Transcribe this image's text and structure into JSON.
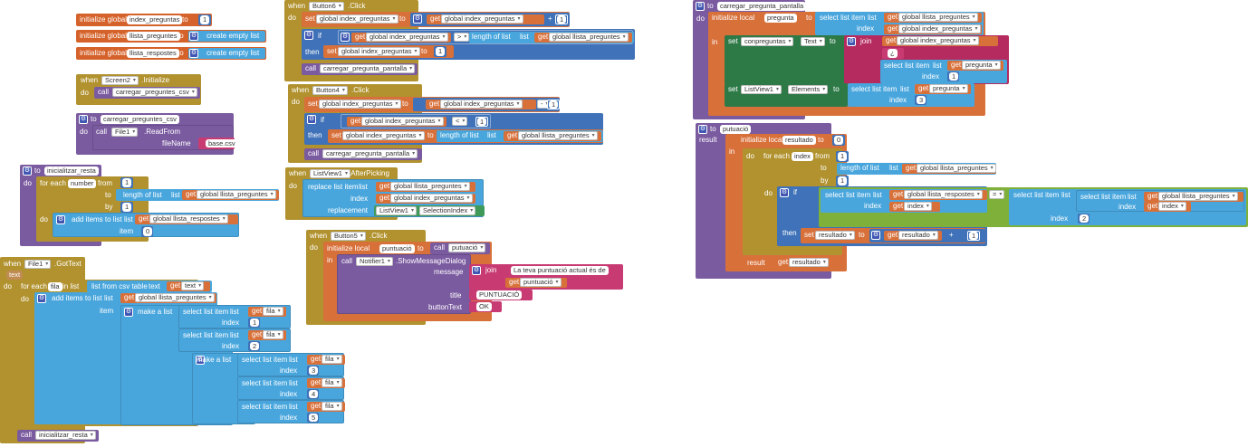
{
  "globals": {
    "index_preguntas": {
      "keyword": "initialize global",
      "name": "index_preguntas",
      "to": "to",
      "value": "1"
    },
    "llista_preguntes": {
      "keyword": "initialize global",
      "name": "llista_preguntes",
      "to": "to",
      "value": "create empty list"
    },
    "llista_respostes": {
      "keyword": "initialize global",
      "name": "llista_respostes",
      "to": "to",
      "value": "create empty list"
    }
  },
  "screen_init": {
    "when": "when",
    "component": "Screen2",
    "event": ".Initialize",
    "do": "do",
    "call": "call",
    "proc": "carregar_preguntes_csv"
  },
  "proc_carregar": {
    "to": "to",
    "name": "carregar_preguntes_csv",
    "do": "do",
    "call": "call",
    "component": "File1",
    "method": ".ReadFrom",
    "param": "fileName",
    "value": "base.csv"
  },
  "proc_inicialitzar": {
    "to": "to",
    "name": "inicialitzar_resta",
    "do": "do",
    "foreach": "for each",
    "var": "number",
    "from": "from",
    "to_kw": "to",
    "by": "by",
    "from_val": "1",
    "length_of_list": "length of list",
    "list": "list",
    "get": "get",
    "global_llista_preguntes": "global llista_preguntes",
    "by_val": "1",
    "add_items": "add items to list",
    "global_llista_respostes": "global llista_respostes",
    "item": "item",
    "item_val": "0"
  },
  "file_gottext": {
    "when": "when",
    "component": "File1",
    "event": ".GotText",
    "param": "text",
    "do": "do",
    "foreach": "for each",
    "var": "fila",
    "in_list": "in list",
    "list_from_csv": "list from csv table",
    "text_kw": "text",
    "get": "get",
    "get_text": "text",
    "add_items": "add items to list",
    "list": "list",
    "global_llista_preguntes": "global llista_preguntes",
    "item": "item",
    "make_a_list": "make a list",
    "select_list_item": "select list item",
    "index": "index",
    "fila": "fila",
    "idx1": "1",
    "idx2": "2",
    "idx3": "3",
    "idx4": "4",
    "idx5": "5",
    "call": "call",
    "proc": "inicialitzar_resta"
  },
  "button6": {
    "when": "when",
    "component": "Button6",
    "event": ".Click",
    "do": "do",
    "set": "set",
    "var": "global index_preguntas",
    "to": "to",
    "get": "get",
    "plus": "+",
    "one": "1",
    "if": "if",
    "gt": ">",
    "length_of_list": "length of list",
    "list": "list",
    "global_llista_preguntes": "global llista_preguntes",
    "then": "then",
    "call": "call",
    "proc": "carregar_pregunta_pantalla"
  },
  "button4": {
    "when": "when",
    "component": "Button4",
    "event": ".Click",
    "do": "do",
    "set": "set",
    "var": "global index_preguntas",
    "to": "to",
    "get": "get",
    "minus": "-",
    "one": "1",
    "if": "if",
    "lt": "<",
    "then": "then",
    "length_of_list": "length of list",
    "list": "list",
    "global_llista_preguntes": "global llista_preguntes",
    "call": "call",
    "proc": "carregar_pregunta_pantalla"
  },
  "listview1": {
    "when": "when",
    "component": "ListView1",
    "event": ".AfterPicking",
    "do": "do",
    "replace": "replace list item",
    "list": "list",
    "get": "get",
    "global_llista_preguntes": "global llista_preguntes",
    "index": "index",
    "global_index_preguntas": "global index_preguntas",
    "replacement": "replacement",
    "comp": "ListView1",
    "prop": "SelectionIndex"
  },
  "button5": {
    "when": "when",
    "component": "Button5",
    "event": ".Click",
    "do": "do",
    "init_local": "initialize local",
    "var": "puntuació",
    "to": "to",
    "call": "call",
    "proc": "putuació",
    "in": "in",
    "notifier": "Notifier1",
    "method": ".ShowMessageDialog",
    "message": "message",
    "join": "join",
    "text1": "La teva puntuació actual és de ",
    "get": "get",
    "title": "title",
    "title_val": "PUNTUACIÓ",
    "button_text": "buttonText",
    "button_val": "OK"
  },
  "proc_carregar_pantalla": {
    "to": "to",
    "name": "carregar_pregunta_pantalla",
    "do": "do",
    "init_local": "initialize local",
    "var": "pregunta",
    "to_kw": "to",
    "select_list_item": "select list item",
    "list": "list",
    "get": "get",
    "global_llista_preguntes": "global llista_preguntes",
    "index": "index",
    "global_index_preguntas": "global index_preguntas",
    "in": "in",
    "set": "set",
    "comp1": "conpreguntas",
    "prop1": "Text",
    "join": "join",
    "str": "¿",
    "pregunta": "pregunta",
    "idx1": "1",
    "comp2": "ListView1",
    "prop2": "Elements",
    "idx3": "3"
  },
  "proc_putuacio": {
    "to": "to",
    "name": "putuació",
    "result": "result",
    "init_local": "initialize local",
    "var": "resultado",
    "to_kw": "to",
    "zero": "0",
    "in": "in",
    "do": "do",
    "foreach": "for each",
    "idx_var": "index",
    "from": "from",
    "one": "1",
    "length_of_list": "length of list",
    "list": "list",
    "get": "get",
    "global_llista_preguntes": "global llista_preguntes",
    "by": "by",
    "if": "if",
    "select_list_item": "select list item",
    "global_llista_respostes": "global llista_respostes",
    "eq": "=",
    "index": "index",
    "two": "2",
    "then": "then",
    "set": "set",
    "plus": "+",
    "result_kw": "result"
  }
}
